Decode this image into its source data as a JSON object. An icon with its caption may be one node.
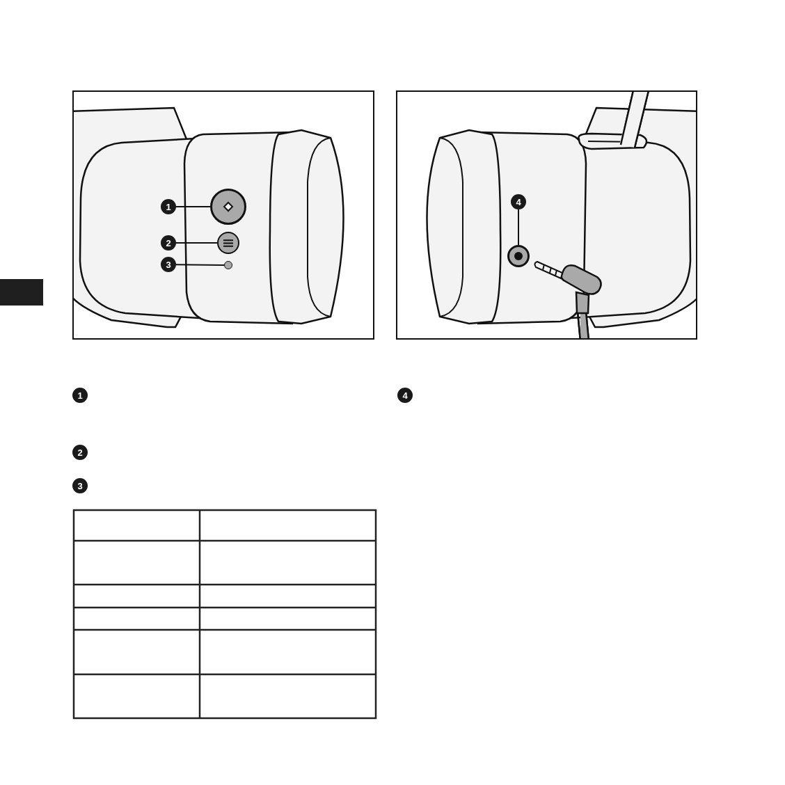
{
  "diagram": {
    "nodes": [
      {
        "text": [
          "1"
        ]
      },
      {
        "text": [],
        "shape": "circle"
      },
      {
        "text": [
          "2"
        ]
      },
      {
        "text": [],
        "shape": "circle"
      },
      {
        "text": [
          "3"
        ]
      },
      {
        "text": [],
        "shape": "circle"
      },
      {
        "text": [
          "4"
        ]
      },
      {
        "text": [],
        "shape": "circle"
      },
      {
        "text": [
          "1"
        ]
      },
      {
        "text": [
          "4"
        ]
      },
      {
        "text": [
          "2"
        ]
      },
      {
        "text": [
          "3"
        ]
      }
    ],
    "edges": [
      {
        "from": 0,
        "to": 1,
        "arrow": "none"
      },
      {
        "from": 2,
        "to": 3,
        "arrow": "none"
      },
      {
        "from": 4,
        "to": 5,
        "arrow": "none"
      },
      {
        "from": 6,
        "to": 7,
        "arrow": "none"
      }
    ]
  }
}
